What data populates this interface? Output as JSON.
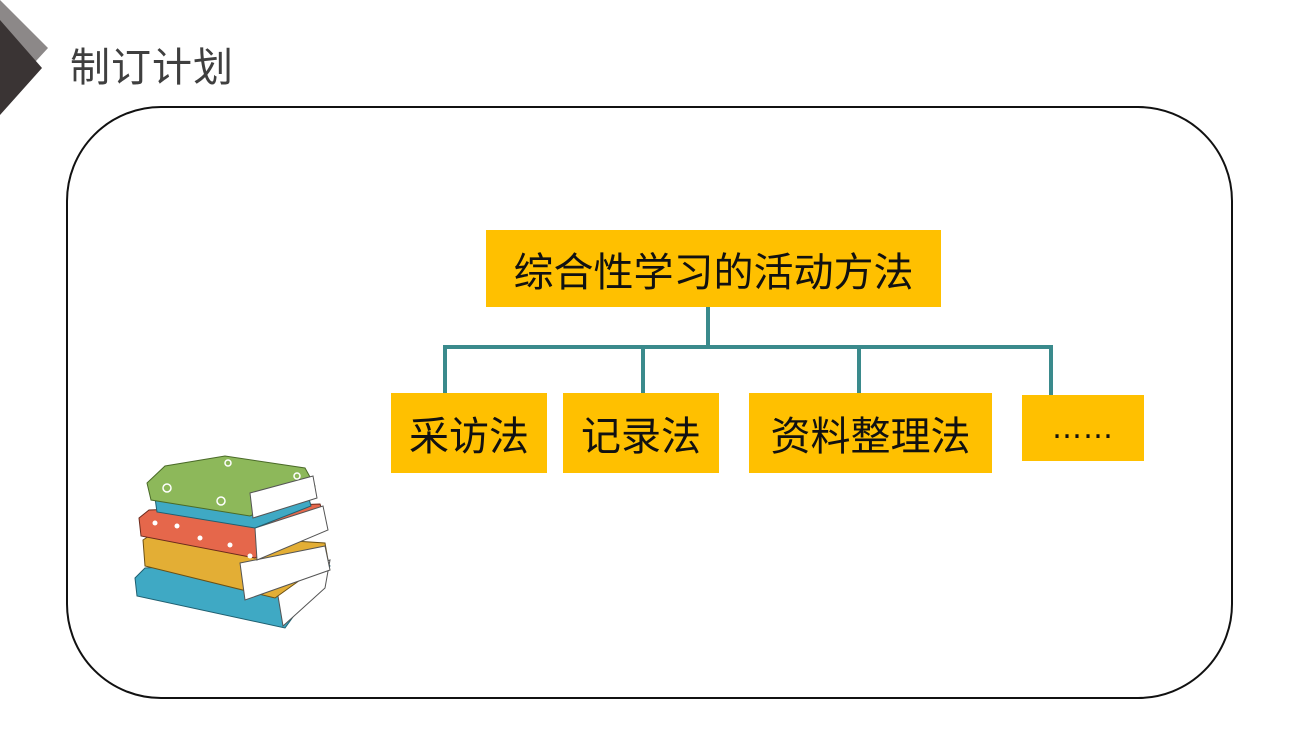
{
  "header": {
    "title": "制订计划"
  },
  "diagram": {
    "root": {
      "label": "综合性学习的活动方法"
    },
    "children": [
      {
        "label": "采访法"
      },
      {
        "label": "记录法"
      },
      {
        "label": "资料整理法"
      },
      {
        "label": "……"
      }
    ]
  },
  "colors": {
    "box_fill": "#FFC000",
    "connector": "#3A8A8C",
    "frame_border": "#111111",
    "title_text": "#3f3f3f",
    "corner_light": "#8c8888",
    "corner_dark": "#3a3434"
  },
  "illustration": {
    "icon": "stack-of-books-icon"
  }
}
